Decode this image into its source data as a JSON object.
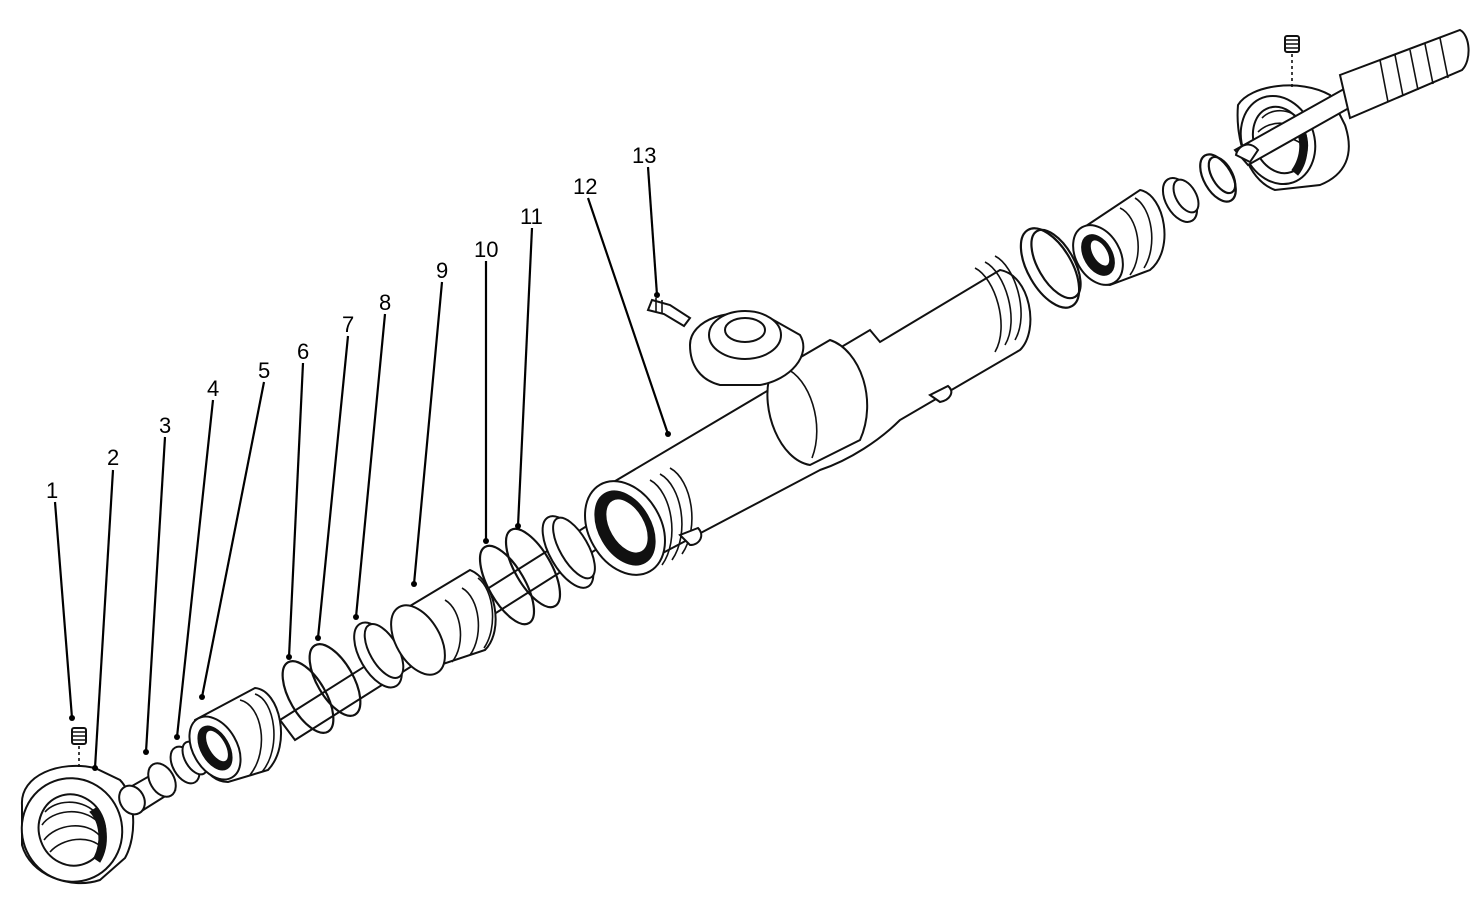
{
  "diagram": {
    "callouts": [
      {
        "id": "1",
        "label": "1"
      },
      {
        "id": "2",
        "label": "2"
      },
      {
        "id": "3",
        "label": "3"
      },
      {
        "id": "4",
        "label": "4"
      },
      {
        "id": "5",
        "label": "5"
      },
      {
        "id": "6",
        "label": "6"
      },
      {
        "id": "7",
        "label": "7"
      },
      {
        "id": "8",
        "label": "8"
      },
      {
        "id": "9",
        "label": "9"
      },
      {
        "id": "10",
        "label": "10"
      },
      {
        "id": "11",
        "label": "11"
      },
      {
        "id": "12",
        "label": "12"
      },
      {
        "id": "13",
        "label": "13"
      }
    ],
    "colors": {
      "line": "#111111",
      "background": "#ffffff"
    }
  }
}
